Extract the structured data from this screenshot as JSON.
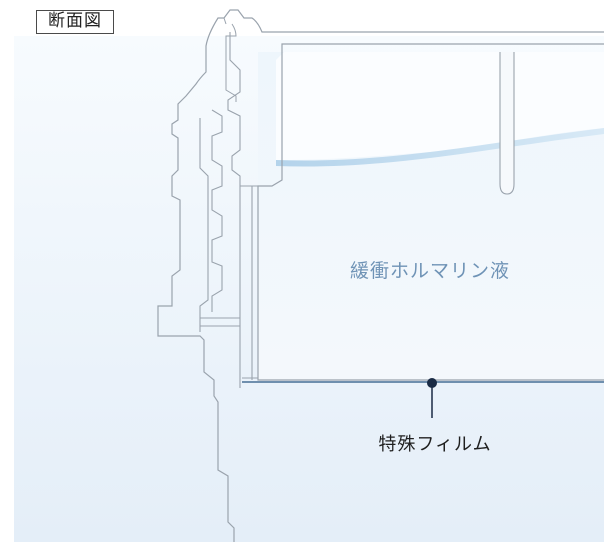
{
  "header": {
    "section_tag": "断面図"
  },
  "labels": {
    "liquid": "緩衝ホルマリン液",
    "film": "特殊フィルム"
  },
  "colors": {
    "outline": "#9aa3ad",
    "liquid_label": "#6f93b6",
    "film_line": "#6f8fae",
    "marker": "#1a2b45",
    "water": "#cfe4f3"
  }
}
